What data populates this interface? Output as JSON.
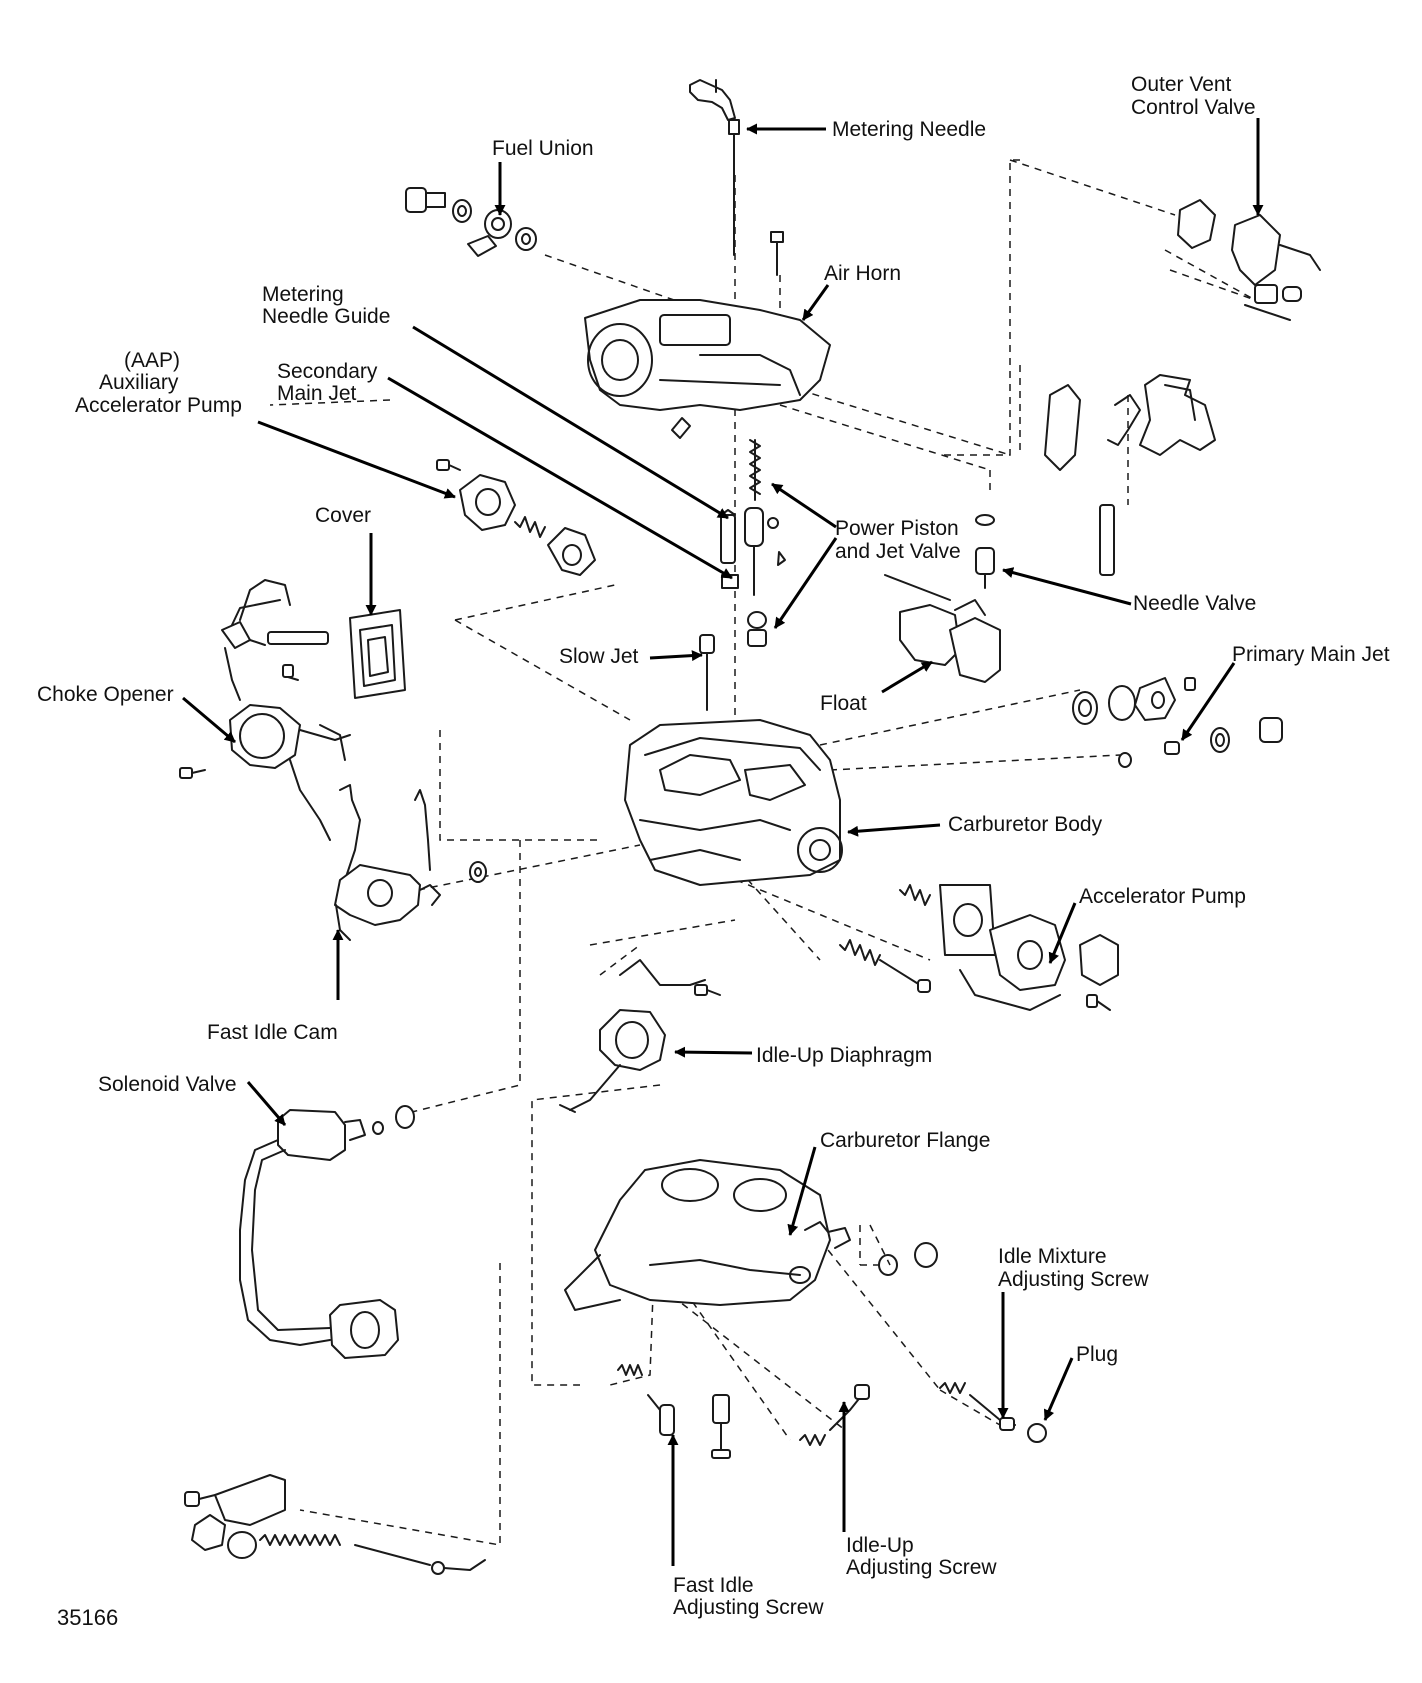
{
  "diagram": {
    "labels": {
      "metering_needle": "Metering Needle",
      "outer_vent_l1": "Outer Vent",
      "outer_vent_l2": "Control Valve",
      "fuel_union": "Fuel Union",
      "air_horn": "Air Horn",
      "metering_needle_guide_l1": "Metering",
      "metering_needle_guide_l2": "Needle Guide",
      "aap_l1": "(AAP)",
      "aap_l2": "Auxiliary",
      "aap_l3": "Accelerator Pump",
      "secondary_main_jet_l1": "Secondary",
      "secondary_main_jet_l2": "Main Jet",
      "cover": "Cover",
      "power_piston_l1": "Power Piston",
      "power_piston_l2": "and Jet Valve",
      "needle_valve": "Needle Valve",
      "slow_jet": "Slow Jet",
      "primary_main_jet": "Primary Main Jet",
      "choke_opener": "Choke Opener",
      "float": "Float",
      "carburetor_body": "Carburetor Body",
      "accelerator_pump": "Accelerator Pump",
      "fast_idle_cam": "Fast Idle Cam",
      "idle_up_diaphragm": "Idle-Up Diaphragm",
      "solenoid_valve": "Solenoid Valve",
      "carburetor_flange": "Carburetor Flange",
      "idle_mixture_l1": "Idle Mixture",
      "idle_mixture_l2": "Adjusting Screw",
      "plug": "Plug",
      "idle_up_adj_l1": "Idle-Up",
      "idle_up_adj_l2": "Adjusting Screw",
      "fast_idle_adj_l1": "Fast Idle",
      "fast_idle_adj_l2": "Adjusting Screw"
    },
    "figure_number": "35166"
  }
}
